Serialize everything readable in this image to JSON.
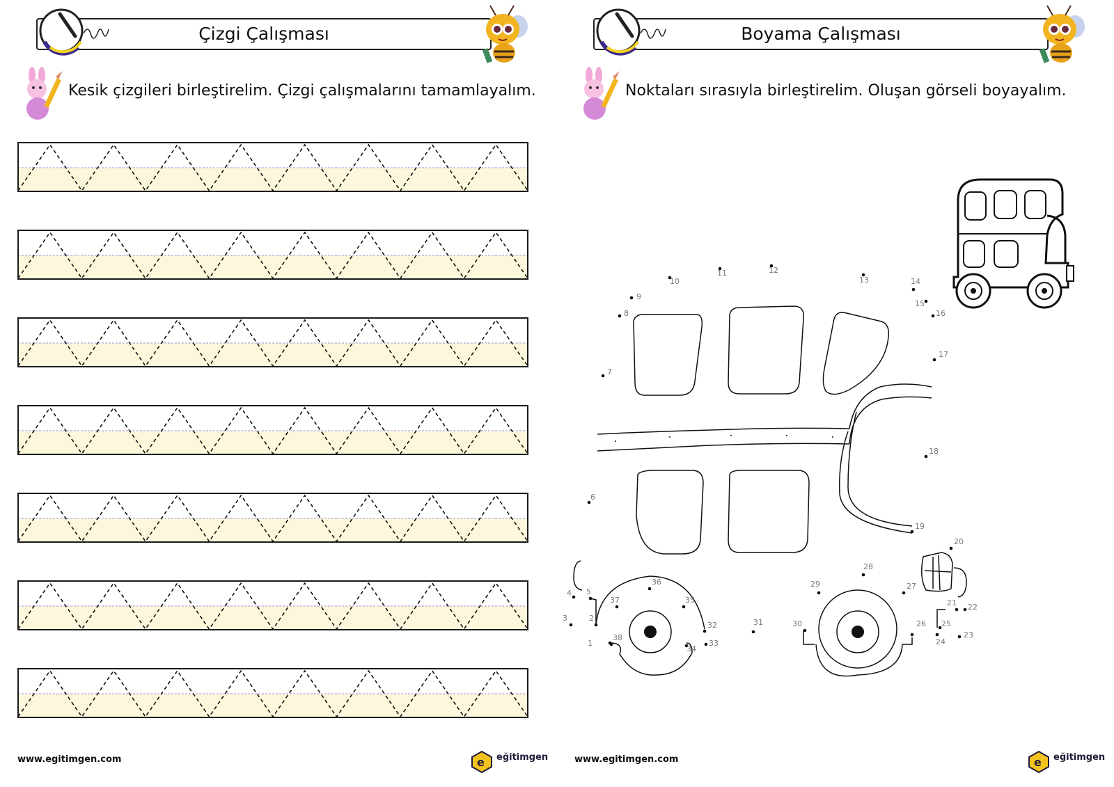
{
  "left_page": {
    "title": "Çizgi Çalışması",
    "instruction": "Kesik çizgileri birleştirelim. Çizgi çalışmalarını tamamlayalım.",
    "rows": 7,
    "peaks_per_row": 8,
    "footer_url": "www.egitimgen.com",
    "footer_logo": "eğitimgen"
  },
  "right_page": {
    "title": "Boyama Çalışması",
    "instruction": "Noktaları sırasıyla birleştirelim. Oluşan görseli boyayalım.",
    "footer_url": "www.egitimgen.com",
    "footer_logo": "eğitimgen",
    "dot_labels": [
      "1",
      "2",
      "3",
      "4",
      "5",
      "6",
      "7",
      "8",
      "9",
      "10",
      "11",
      "12",
      "13",
      "14",
      "15",
      "16",
      "17",
      "18",
      "19",
      "20",
      "21",
      "22",
      "23",
      "24",
      "25",
      "26",
      "27",
      "28",
      "29",
      "30",
      "31",
      "32",
      "33",
      "34",
      "35",
      "36",
      "37",
      "38"
    ]
  },
  "colors": {
    "row_fill": "#fdf8dc",
    "guide_line": "#b7a5e0",
    "border": "#1a1a1a",
    "bee_yellow": "#f2b520",
    "bunny_pink": "#f2a9d7"
  }
}
